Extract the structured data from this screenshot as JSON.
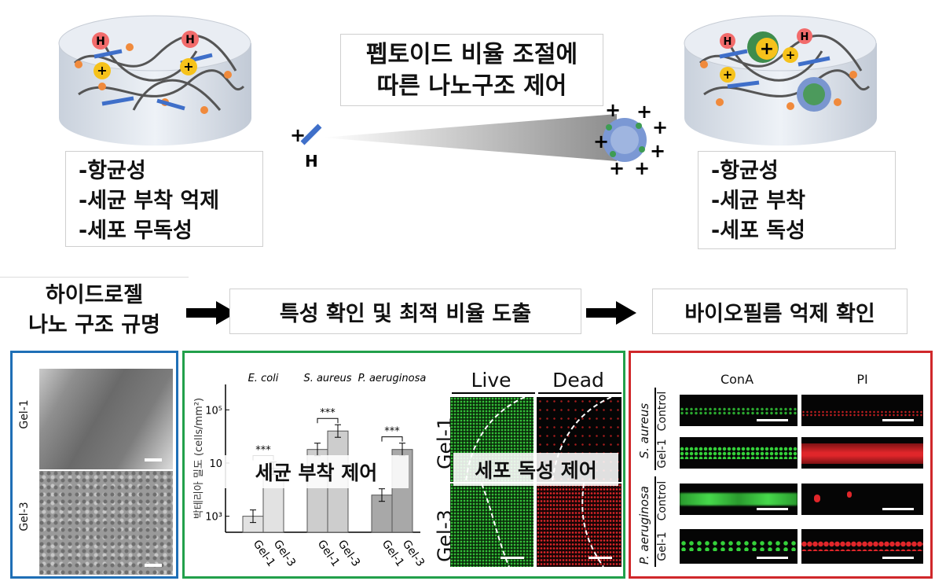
{
  "diagram": {
    "center_title": [
      "펩토이드 비율 조절에",
      "따른 나노구조 제어"
    ],
    "left_props": [
      "-항균성",
      "-세균 부착 억제",
      "-세포 무독성"
    ],
    "right_props": [
      "-항균성",
      "-세균 부착",
      "-세포 독성"
    ],
    "charge_h": "H",
    "charge_plus": "+"
  },
  "steps": {
    "step1": [
      "하이드로젤",
      "나노 구조 규명"
    ],
    "step2": "특성 확인 및 최적 비율 도출",
    "step3": "바이오필름 억제 확인"
  },
  "sem": {
    "labels": [
      "Gel-1",
      "Gel-3"
    ]
  },
  "chart_data": {
    "type": "bar",
    "group_labels": [
      "E. coli",
      "S. aureus",
      "P. aeruginosa"
    ],
    "categories": [
      "Gel-1",
      "Gel-3"
    ],
    "ylabel": "박테리아 밀도 (cells/mm²)",
    "yscale": "log",
    "ylim": [
      500,
      300000
    ],
    "ytick_labels": [
      "10³",
      "10",
      "10⁵"
    ],
    "groups": [
      {
        "name": "E. coli",
        "values": [
          1000,
          8000
        ],
        "color": "#e2e2e2"
      },
      {
        "name": "S. aureus",
        "values": [
          18000,
          40000
        ],
        "color": "#cdcdcd"
      },
      {
        "name": "P. aeruginosa",
        "values": [
          2500,
          18000
        ],
        "color": "#a8a8a8"
      }
    ],
    "significance": "***",
    "overlay_label": "세균 부착 제어"
  },
  "livedead": {
    "cols": [
      "Live",
      "Dead"
    ],
    "rows": [
      "Gel-1",
      "Gel-3"
    ],
    "overlay_label": "세포 독성 제어"
  },
  "biofilm": {
    "cols": [
      "ConA",
      "PI"
    ],
    "bacteria": [
      "S. aureus",
      "P. aeruginosa"
    ],
    "rows": [
      "Control",
      "Gel-1"
    ]
  },
  "colors": {
    "blue_border": "#1f6fb6",
    "green_border": "#22a04b",
    "red_border": "#d0282b",
    "fluor_green": "#34d13a",
    "fluor_red": "#e0262a"
  }
}
